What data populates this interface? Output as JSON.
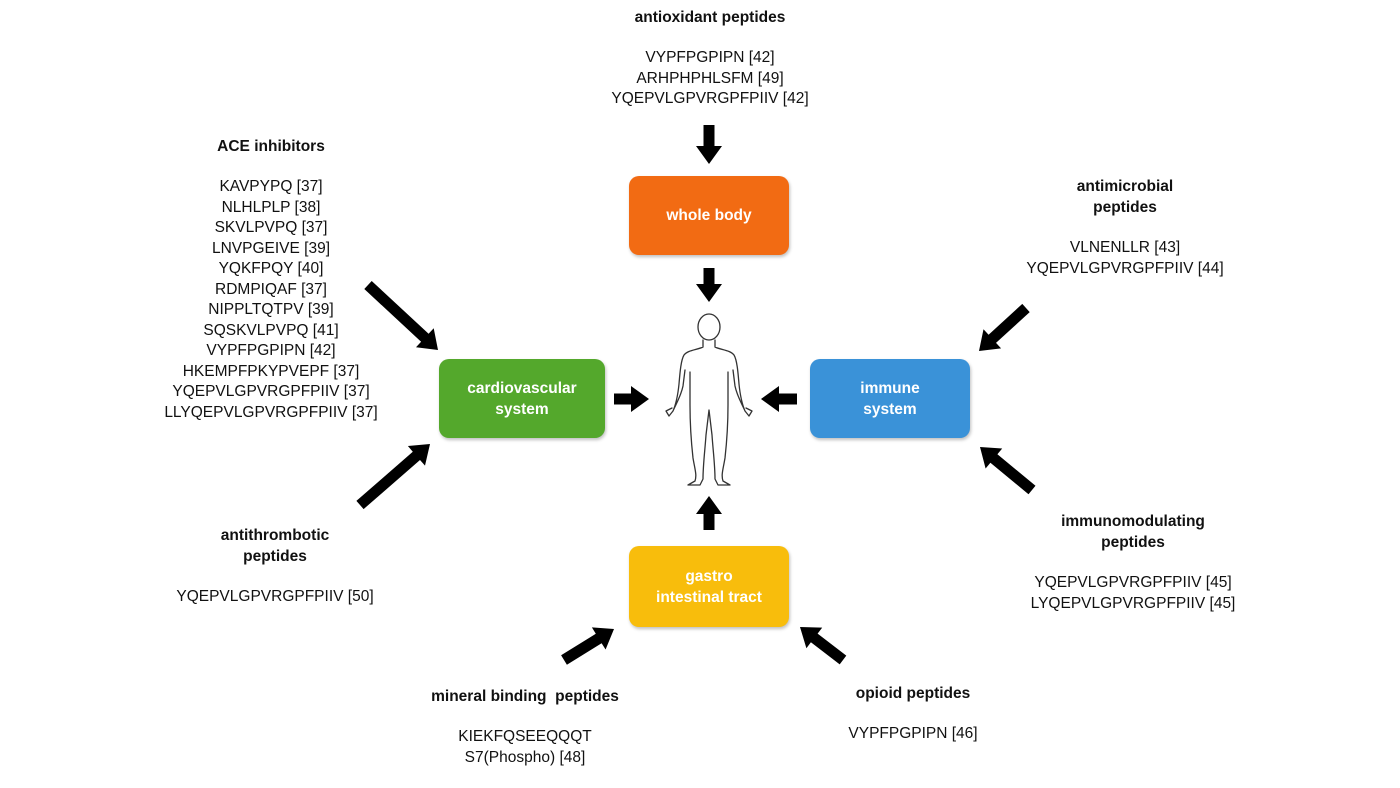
{
  "colors": {
    "whole_body": "#f26b13",
    "cardiovascular": "#54a82c",
    "immune": "#3a92d8",
    "gastro": "#f8bd0c",
    "arrow": "#000000"
  },
  "center": {
    "icon": "human-body-icon"
  },
  "boxes": {
    "whole_body": {
      "lines": [
        "whole body"
      ]
    },
    "cardiovascular": {
      "lines": [
        "cardiovascular",
        "system"
      ]
    },
    "immune": {
      "lines": [
        "immune",
        "system"
      ]
    },
    "gastro": {
      "lines": [
        "gastro",
        "intestinal tract"
      ]
    }
  },
  "groups": {
    "antioxidant": {
      "title": [
        "antioxidant peptides"
      ],
      "items": [
        "VYPFPGPIPN [42]",
        "ARHPHPHLSFM [49]",
        "YQEPVLGPVRGPFPIIV [42]"
      ]
    },
    "ace": {
      "title": [
        "ACE inhibitors"
      ],
      "items": [
        "KAVPYPQ [37]",
        "NLHLPLP [38]",
        "SKVLPVPQ [37]",
        "LNVPGEIVE [39]",
        "YQKFPQY [40]",
        "RDMPIQAF [37]",
        "NIPPLTQTPV [39]",
        "SQSKVLPVPQ [41]",
        "VYPFPGPIPN [42]",
        "HKEMPFPKYPVEPF [37]",
        "YQEPVLGPVRGPFPIIV [37]",
        "LLYQEPVLGPVRGPFPIIV [37]"
      ]
    },
    "antimicrobial": {
      "title": [
        "antimicrobial",
        "peptides"
      ],
      "items": [
        "VLNENLLR [43]",
        "YQEPVLGPVRGPFPIIV [44]"
      ]
    },
    "antithrombotic": {
      "title": [
        "antithrombotic",
        "peptides"
      ],
      "items": [
        "YQEPVLGPVRGPFPIIV [50]"
      ]
    },
    "immunomodulating": {
      "title": [
        "immunomodulating",
        "peptides"
      ],
      "items": [
        "YQEPVLGPVRGPFPIIV [45]",
        "LYQEPVLGPVRGPFPIIV [45]"
      ]
    },
    "mineral": {
      "title": [
        "mineral binding  peptides"
      ],
      "items": [
        "KIEKFQSEEQQQT",
        "S7(Phospho) [48]"
      ]
    },
    "opioid": {
      "title": [
        "opioid peptides"
      ],
      "items": [
        "VYPFPGPIPN [46]"
      ]
    }
  }
}
